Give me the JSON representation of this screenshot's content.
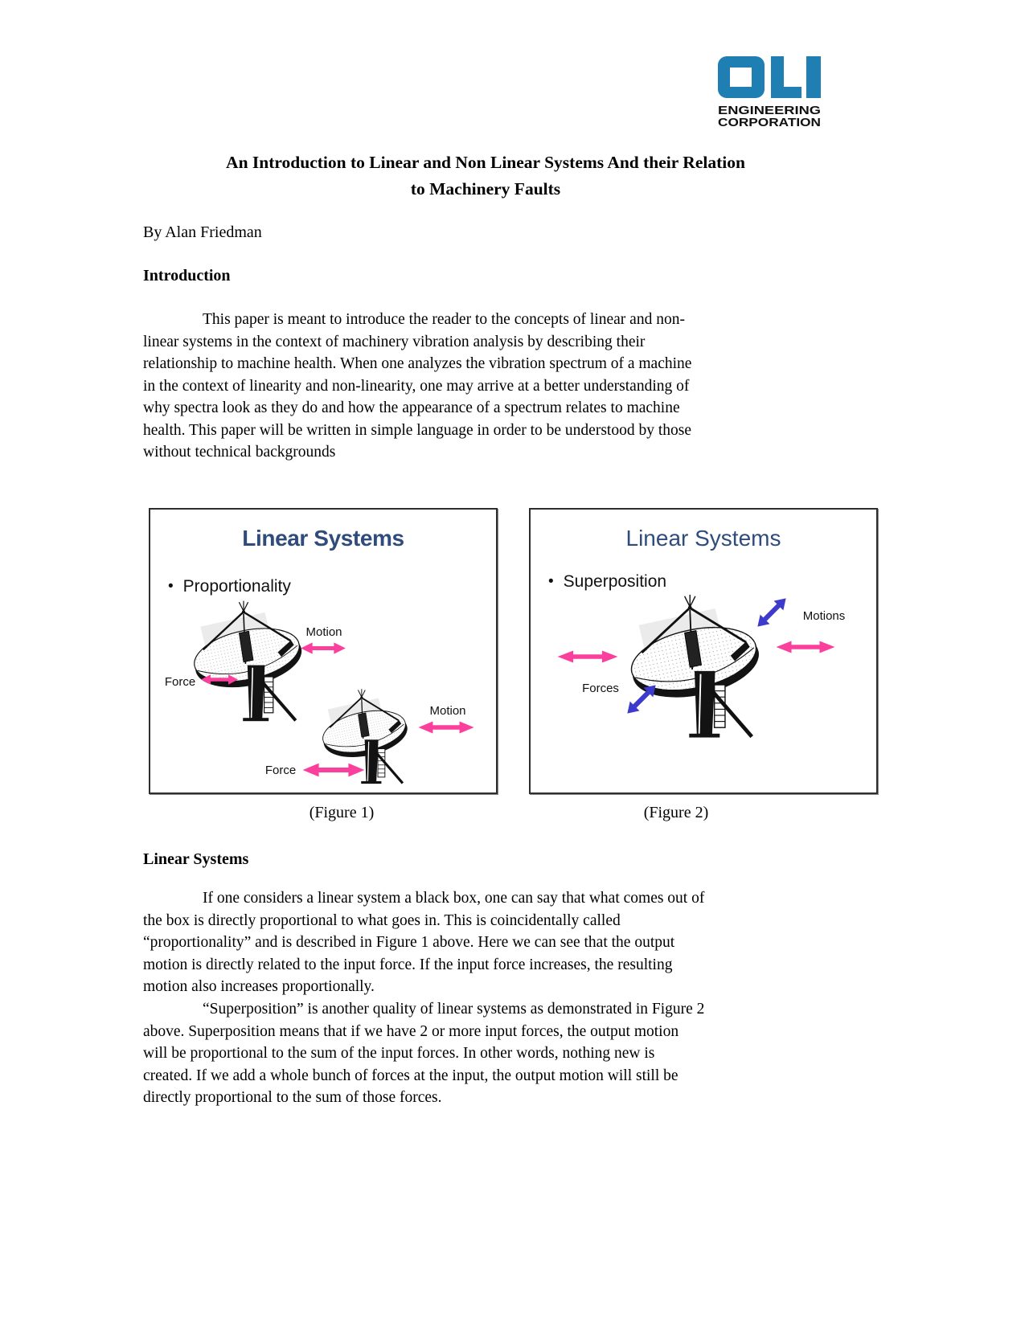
{
  "page": {
    "logo": {
      "brand": "DLI",
      "sub1": "ENGINEERING",
      "sub2": "CORPORATION"
    },
    "title": "An Introduction to Linear and Non Linear Systems And their Relation\nto Machinery Faults",
    "byline": "By Alan Friedman",
    "intro_heading": "Introduction",
    "intro_para": "This paper is meant to introduce the reader to the concepts of linear and non-\nlinear systems in the context of machinery vibration analysis by describing their\nrelationship to machine health. When one analyzes the vibration spectrum of a machine\nin the context of linearity and non-linearity, one may arrive at a better understanding of\nwhy spectra look as they do and how the appearance of a spectrum relates to machine\nhealth. This paper will be written in simple language in order to be understood by those\nwithout technical backgrounds",
    "linear_heading": "Linear Systems",
    "linear_para1": "If one considers a linear system a black box, one can say that what comes out of\nthe box is directly proportional to what goes in. This is coincidentally called\n“proportionality” and is described in Figure 1 above. Here we can see that the output\nmotion is directly related to the input force. If the input force increases, the resulting\nmotion also increases proportionally.",
    "linear_para2": "“Superposition” is another quality of linear systems as demonstrated in Figure 2\nabove.  Superposition means that if we have 2 or more input forces, the output motion\nwill be proportional to the sum of the input forces. In other words, nothing new is\ncreated. If we add a whole bunch of forces at the input, the output motion will still be\ndirectly proportional to the sum of those forces."
  },
  "figures": {
    "fig1": {
      "title": "Linear Systems",
      "bullet_marker": "•",
      "bullet": "Proportionality",
      "caption": "(Figure 1)",
      "label_motion1": "Motion",
      "label_force1": "Force",
      "label_motion2": "Motion",
      "label_force2": "Force"
    },
    "fig2": {
      "title": "Linear Systems",
      "bullet_marker": "•",
      "bullet": "Superposition",
      "caption": "(Figure 2)",
      "label_forces": "Forces",
      "label_motions": "Motions"
    }
  },
  "colors": {
    "figure_title_navy": "#2f4c7c",
    "arrow_pink": "#fb3f9c",
    "arrow_blue": "#3d3bcb",
    "logo_blue": "#1f7eb2"
  }
}
